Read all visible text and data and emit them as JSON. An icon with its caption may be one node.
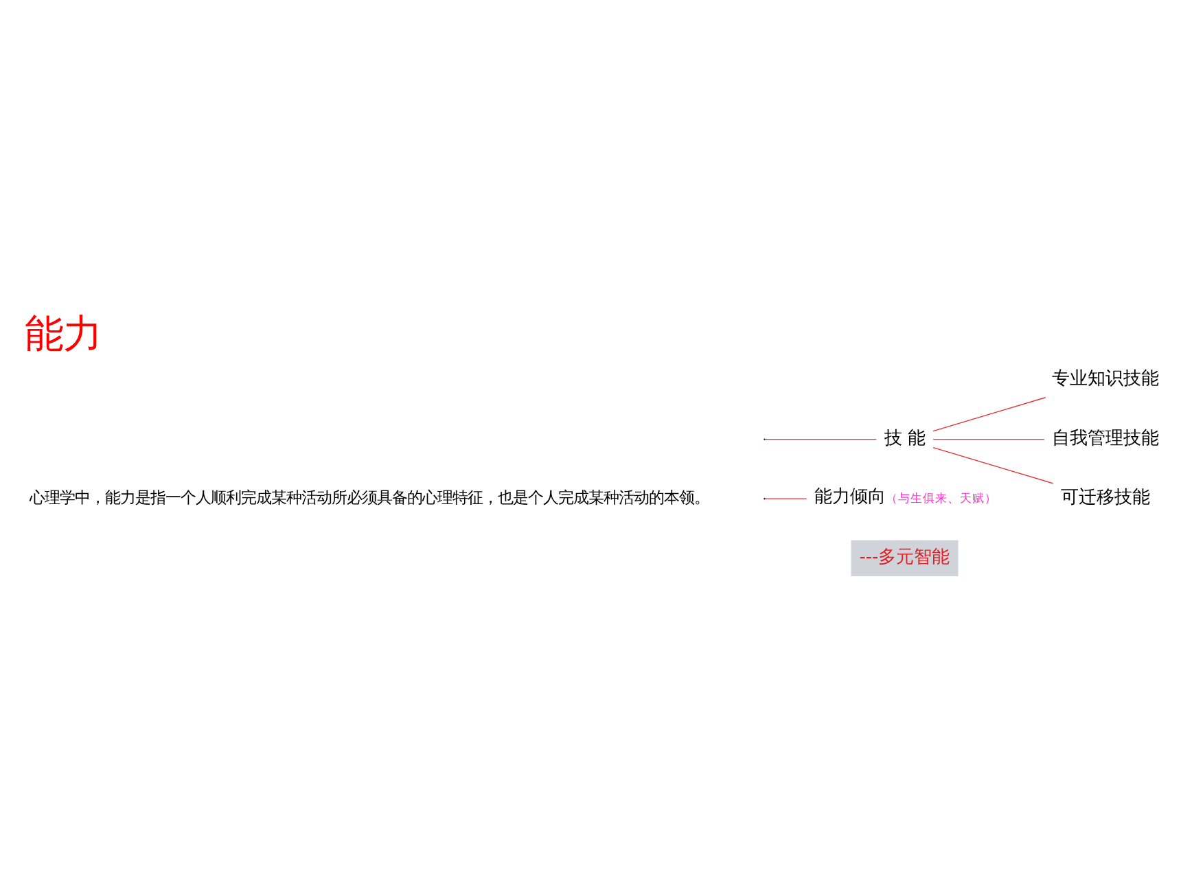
{
  "diagram": {
    "title": "能力",
    "nodes": [
      {
        "text": [
          "能力倾向"
        ],
        "beside": [
          "（与生俱来、天赋）"
        ]
      },
      {
        "text": [
          "---多元智能"
        ]
      },
      {
        "text": [
          "技 能"
        ]
      },
      {
        "text": [
          "专业知识技能"
        ]
      },
      {
        "text": [
          "自我管理技能"
        ]
      },
      {
        "text": [
          "可迁移技能"
        ]
      }
    ],
    "edges": [
      {
        "from": null,
        "to": 0,
        "arrow": "none",
        "color": "#e03030"
      },
      {
        "from": null,
        "to": 2,
        "arrow": "none",
        "color": "#e03030"
      },
      {
        "from": 2,
        "to": 3,
        "arrow": "none",
        "color": "#e03030"
      },
      {
        "from": 2,
        "to": 4,
        "arrow": "none",
        "color": "#e03030"
      },
      {
        "from": 2,
        "to": 5,
        "arrow": "none",
        "color": "#e03030"
      }
    ],
    "labels": [
      "心理学中，能力是指一个人顺利完成某种活动所必须具备的心理特征，也是个人完成某种活动的本领。"
    ]
  }
}
